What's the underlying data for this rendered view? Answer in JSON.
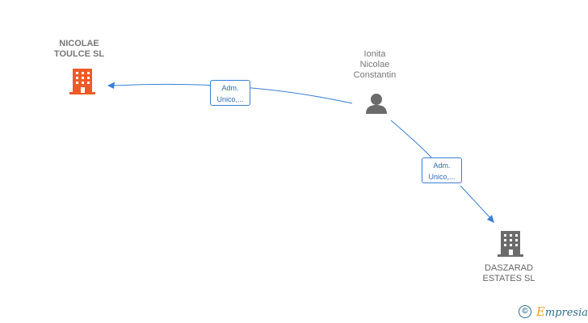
{
  "nodes": {
    "company_a": {
      "name": "NICOLAE\nTOULCE  SL",
      "color": "#f05a28"
    },
    "person": {
      "name": "Ionita\nNicolae\nConstantin",
      "color": "#6b6b6b"
    },
    "company_b": {
      "name": "DASZARAD\nESTATES  SL",
      "color": "#6b6b6b"
    }
  },
  "edges": [
    {
      "label": "Adm.\nUnico,..."
    },
    {
      "label": "Adm.\nUnico,..."
    }
  ],
  "colors": {
    "edge": "#3a7fd5"
  },
  "footer": {
    "copyright": "©",
    "brand_first": "E",
    "brand_rest": "mpresia"
  }
}
